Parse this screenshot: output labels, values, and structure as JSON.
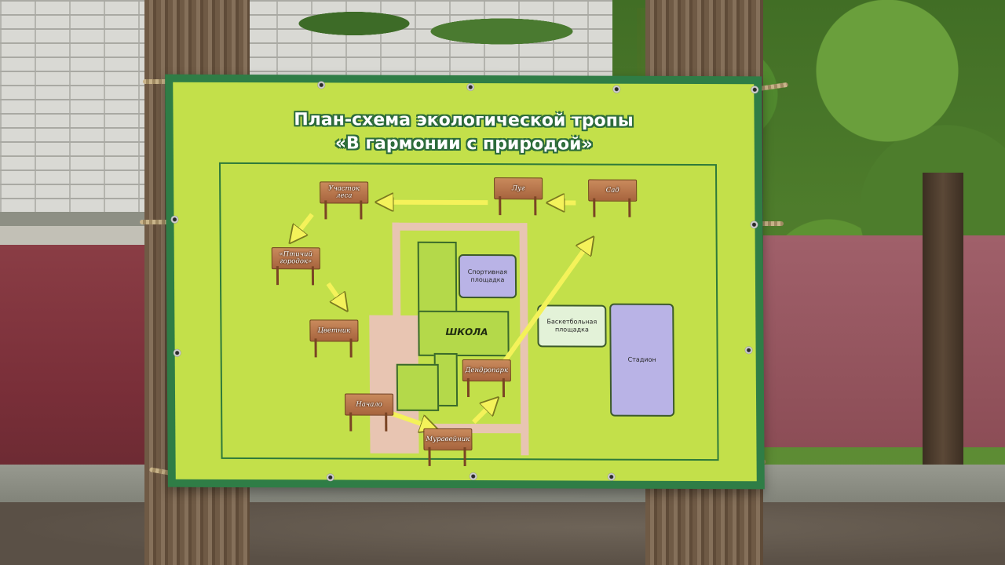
{
  "banner": {
    "title_line1": "План-схема экологической тропы",
    "title_line2": "«В гармонии с природой»",
    "colors": {
      "background": "#c3e04a",
      "border": "#2f7d46",
      "arrow": "#f4f25a"
    }
  },
  "map": {
    "school_label": "ШКОЛА",
    "zones": [
      {
        "id": "sports",
        "label": "Спортивная площадка",
        "color": "#b9b3e6"
      },
      {
        "id": "basketball",
        "label": "Баскетбольная площадка",
        "color": "#e3f2d8"
      },
      {
        "id": "stadium",
        "label": "Стадион",
        "color": "#b9b3e6"
      }
    ],
    "signposts": [
      {
        "id": "forest",
        "label": "Участок леса"
      },
      {
        "id": "meadow",
        "label": "Луг"
      },
      {
        "id": "garden",
        "label": "Сад"
      },
      {
        "id": "birdtown",
        "label": "«Птичий городок»"
      },
      {
        "id": "flowerbed",
        "label": "Цветник"
      },
      {
        "id": "dendropark",
        "label": "Дендропарк"
      },
      {
        "id": "start",
        "label": "Начало"
      },
      {
        "id": "anthill",
        "label": "Муравейник"
      }
    ]
  }
}
